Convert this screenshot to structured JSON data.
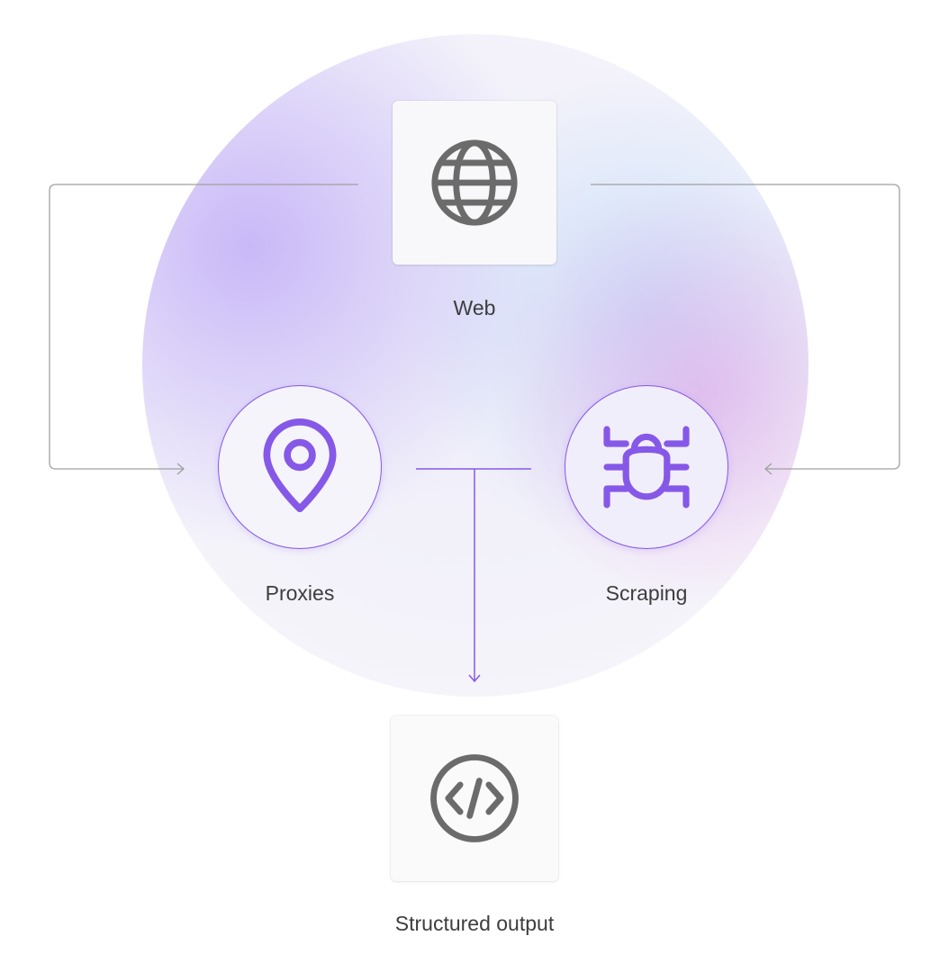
{
  "nodes": {
    "web": {
      "label": "Web",
      "icon": "globe-icon"
    },
    "proxies": {
      "label": "Proxies",
      "icon": "location-pin-icon"
    },
    "scraping": {
      "label": "Scraping",
      "icon": "bug-icon"
    },
    "output": {
      "label": "Structured output",
      "icon": "code-icon"
    }
  },
  "colors": {
    "accent": "#8658e8",
    "icon_gray": "#6b6b6b",
    "connector_gray": "#a0a0a0",
    "text": "#3d3d3d"
  }
}
